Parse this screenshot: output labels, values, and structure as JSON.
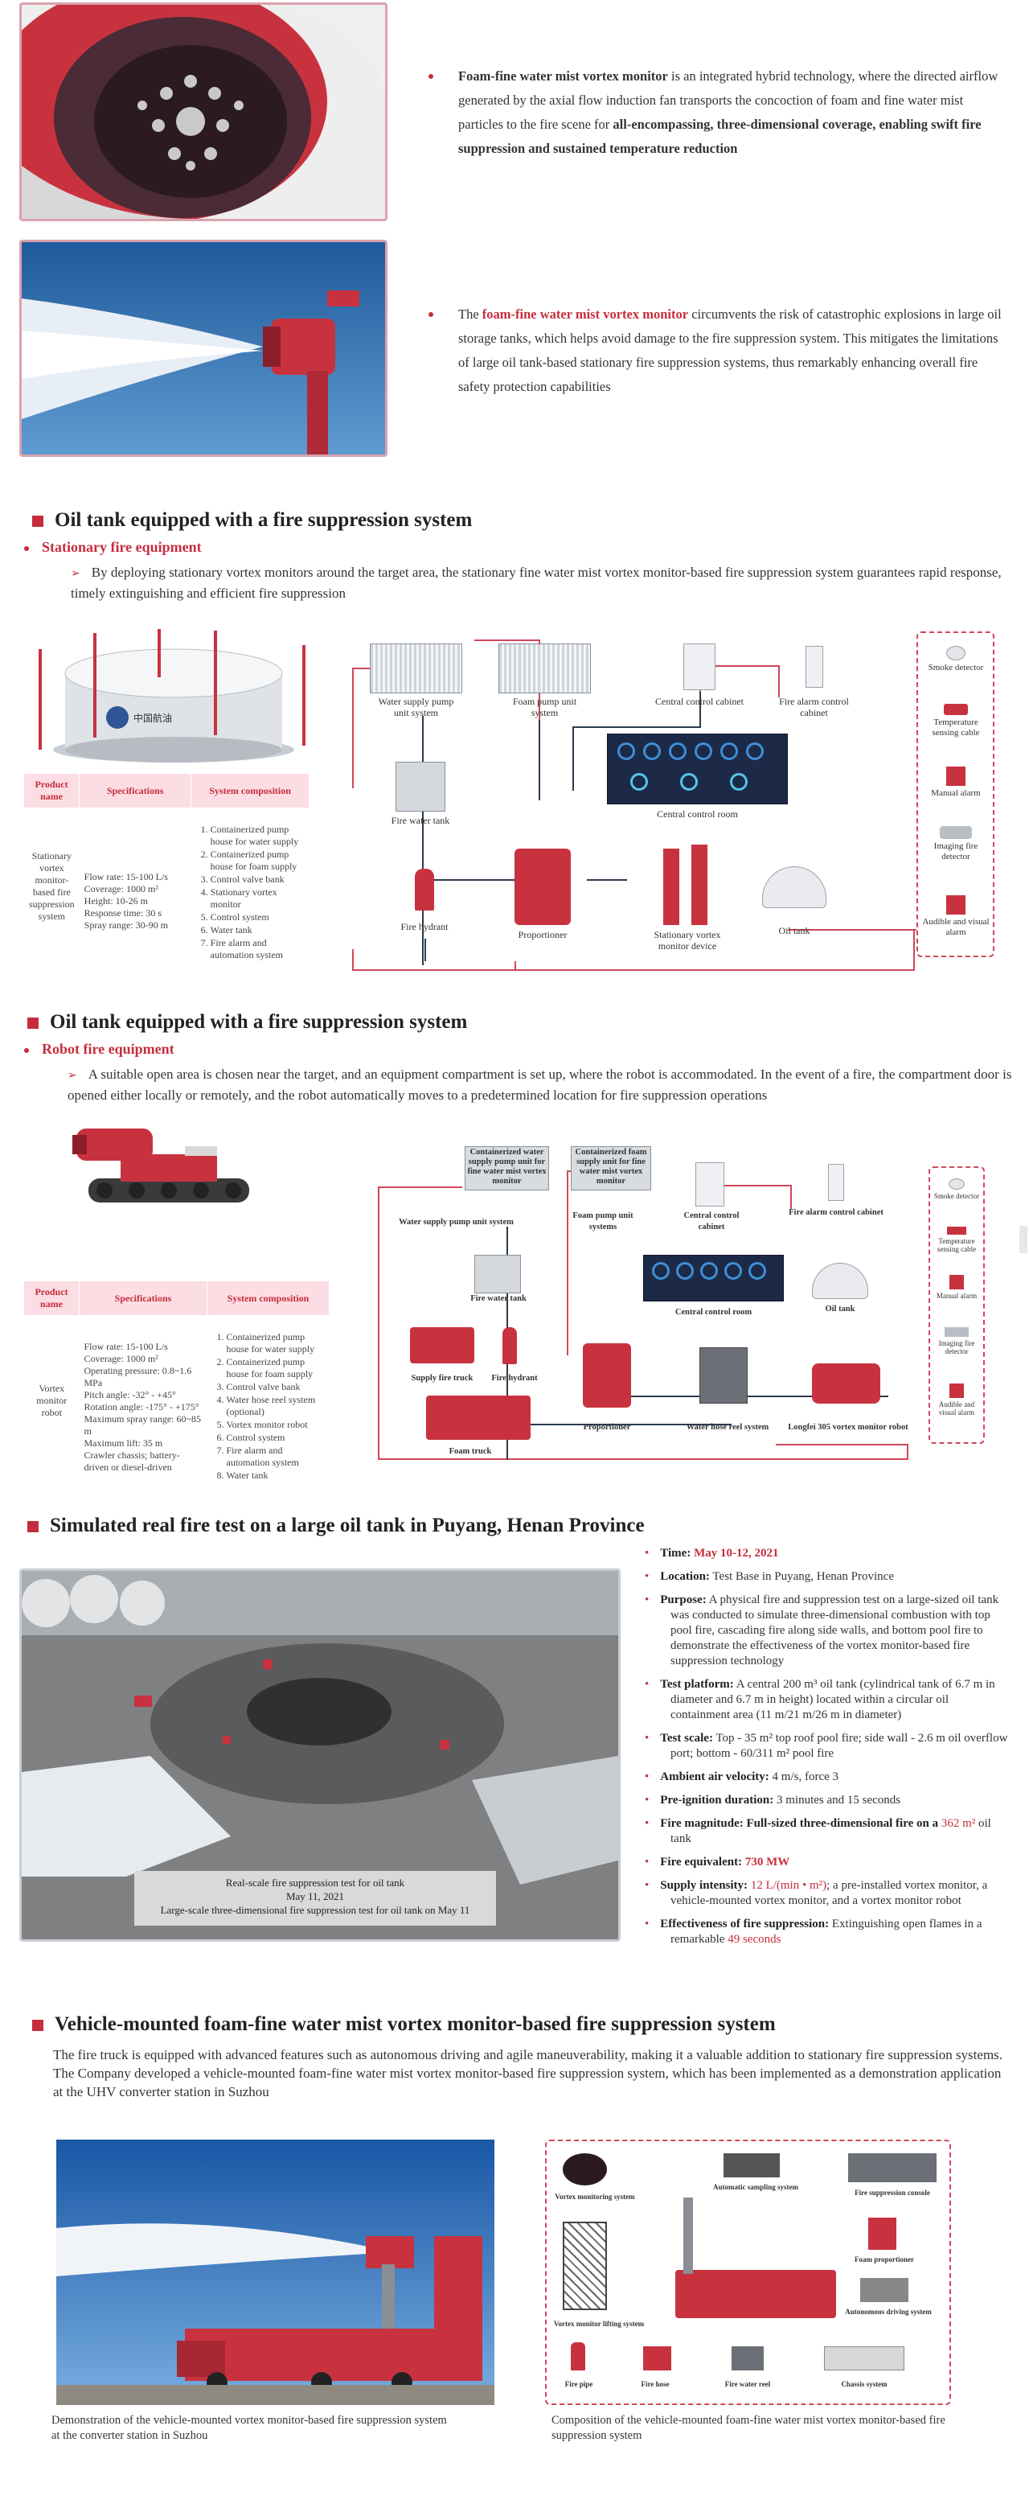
{
  "intro": {
    "item1": {
      "bold_lead": "Foam-fine water mist vortex monitor",
      "text_a": " is an integrated hybrid technology, where the directed airflow generated by the axial flow induction fan transports the concoction of foam and fine water mist particles to the fire scene for ",
      "bold_tail": "all-encompassing, three-dimensional coverage, enabling swift fire suppression and sustained temperature reduction"
    },
    "item2": {
      "lead": "The ",
      "red_term": "foam-fine water mist vortex monitor",
      "text": " circumvents the risk of catastrophic explosions in large oil storage tanks, which helps avoid damage to the fire suppression system. This mitigates the limitations of large oil tank-based stationary fire suppression systems, thus remarkably enhancing overall fire safety protection capabilities"
    }
  },
  "section1": {
    "title": "Oil tank equipped with a fire suppression system",
    "subtitle": "Stationary fire equipment",
    "description": "By deploying stationary vortex monitors around the target area, the stationary fine water mist vortex monitor-based fire suppression system guarantees rapid response, timely extinguishing and efficient fire suppression",
    "table": {
      "headers": [
        "Product name",
        "Specifications",
        "System composition"
      ],
      "product": "Stationary vortex monitor-based fire suppression system",
      "specs": [
        "Flow rate: 15-100 L/s",
        "Coverage: 1000 m²",
        "Height: 10-26 m",
        "Response time: 30 s",
        "Spray range: 30-90 m"
      ],
      "composition": [
        "Containerized pump house for water supply",
        "Containerized pump house for foam supply",
        "Control valve bank",
        "Stationary vortex monitor",
        "Control system",
        "Water tank",
        "Fire alarm and automation system"
      ]
    },
    "diagram": {
      "water_pump": "Water supply pump unit system",
      "foam_pump": "Foam pump unit system",
      "central_cabinet": "Central control cabinet",
      "alarm_cabinet": "Fire alarm control cabinet",
      "control_room": "Central control room",
      "water_tank": "Fire water tank",
      "hydrant": "Fire hydrant",
      "proportioner": "Proportioner",
      "monitor_device": "Stationary vortex monitor device",
      "oil_tank": "Oil tank",
      "sensors": [
        "Smoke detector",
        "Temperature sensing cable",
        "Manual alarm",
        "Imaging fire detector",
        "Audible and visual alarm"
      ]
    }
  },
  "section2": {
    "title": "Oil tank equipped with a fire suppression system",
    "subtitle": "Robot fire equipment",
    "description": "A suitable open area is chosen near the target, and an equipment compartment is set up, where the robot is accommodated. In the event of a fire, the compartment door is opened either locally or remotely, and the robot automatically moves to a predetermined location for fire suppression operations",
    "table": {
      "headers": [
        "Product name",
        "Specifications",
        "System composition"
      ],
      "product": "Vortex monitor robot",
      "specs": [
        "Flow rate: 15-100 L/s",
        "Coverage: 1000 m²",
        "Operating pressure: 0.8~1.6 MPa",
        "Pitch angle: -32° - +45°",
        "Rotation angle: -175° - +175°",
        "Maximum spray range: 60~85 m",
        "Maximum lift: 35 m",
        "Crawler chassis; battery-driven or diesel-driven"
      ],
      "composition": [
        "Containerized pump house for water supply",
        "Containerized pump house for foam supply",
        "Control valve bank",
        "Water hose reel system (optional)",
        "Vortex monitor robot",
        "Control system",
        "Fire alarm and automation system",
        "Water tank"
      ]
    },
    "diagram": {
      "water_container": "Containerized water supply pump unit for fine water mist vortex monitor",
      "foam_container": "Containerized foam supply unit for fine water mist vortex monitor",
      "water_pump": "Water supply pump unit system",
      "foam_pump": "Foam pump unit systems",
      "central_cabinet": "Central control cabinet",
      "alarm_cabinet": "Fire alarm control cabinet",
      "water_tank": "Fire water tank",
      "control_room": "Central control room",
      "oil_tank": "Oil tank",
      "supply_truck": "Supply fire truck",
      "hydrant": "Fire hydrant",
      "proportioner": "Proportioner",
      "hose_reel": "Water hose reel system",
      "robot": "Longfei 305 vortex monitor robot",
      "foam_truck": "Foam truck",
      "sensors": [
        "Smoke detector",
        "Temperature sensing cable",
        "Manual alarm",
        "Imaging fire detector",
        "Audible and visual alarm"
      ]
    }
  },
  "section3": {
    "title": "Simulated real fire test on a large oil tank in Puyang, Henan Province",
    "photo_caption": [
      "Real-scale fire suppression test for oil tank",
      "May 11, 2021",
      "Large-scale three-dimensional fire suppression test for oil tank on May 11"
    ],
    "items": [
      {
        "label": "Time:",
        "value": "May 10-12, 2021",
        "red": true
      },
      {
        "label": "Location:",
        "value": "Test Base in Puyang, Henan Province"
      },
      {
        "label": "Purpose:",
        "value": "A physical fire and suppression test on a large-sized oil tank was conducted to simulate three-dimensional combustion with top pool fire, cascading fire along side walls, and bottom pool fire to demonstrate the effectiveness of the vortex monitor-based fire suppression technology"
      },
      {
        "label": "Test platform:",
        "value": "A central 200 m³ oil tank (cylindrical tank of 6.7 m in diameter and 6.7 m in height) located within a circular oil containment area (11 m/21 m/26 m in diameter)"
      },
      {
        "label": "Test scale:",
        "value": "Top - 35 m² top roof pool fire; side wall - 2.6 m oil overflow port; bottom - 60/311 m² pool fire"
      },
      {
        "label": "Ambient air velocity:",
        "value": "4 m/s, force 3"
      },
      {
        "label": "Pre-ignition duration:",
        "value": "3 minutes and 15 seconds"
      },
      {
        "label": "Fire magnitude:",
        "value": "Full-sized three-dimensional fire on a ",
        "red_value": "362 m²",
        "tail": " oil tank"
      },
      {
        "label": "Fire equivalent:",
        "value": "730 MW",
        "red": true
      },
      {
        "label": "Supply intensity:",
        "red_value": "12 L/(min • m²)",
        "tail": "; a pre-installed vortex monitor, a vehicle-mounted vortex monitor, and a vortex monitor robot"
      },
      {
        "label": "Effectiveness of fire suppression:",
        "value": "Extinguishing open flames in a remarkable ",
        "red_value": "49 seconds"
      }
    ]
  },
  "section4": {
    "title": "Vehicle-mounted foam-fine water mist vortex monitor-based fire suppression system",
    "description": "The fire truck is equipped with advanced features such as autonomous driving and agile maneuverability, making it a valuable addition to stationary fire suppression systems. The Company developed a vehicle-mounted foam-fine water mist vortex monitor-based fire suppression system, which has been implemented as a demonstration application at the UHV converter station in Suzhou",
    "caption_left": "Demonstration of the vehicle-mounted vortex monitor-based fire suppression system at the converter station in Suzhou",
    "caption_right": "Composition of the vehicle-mounted foam-fine water mist vortex monitor-based fire suppression system",
    "diagram": {
      "vortex_monitor": "Vortex monitoring system",
      "auto_sampling": "Automatic sampling system",
      "fire_console": "Fire suppression console",
      "lifting": "Vortex monitor lifting system",
      "foam_prop": "Foam proportioner",
      "auto_driving": "Autonomous driving system",
      "pipe": "Fire pipe",
      "hose": "Fire hose",
      "reel": "Fire water reel",
      "chassis": "Chassis system"
    }
  },
  "colors": {
    "accent": "#c62d3c",
    "pink": "#fbdde3",
    "border_pink": "#d9a3ad"
  }
}
